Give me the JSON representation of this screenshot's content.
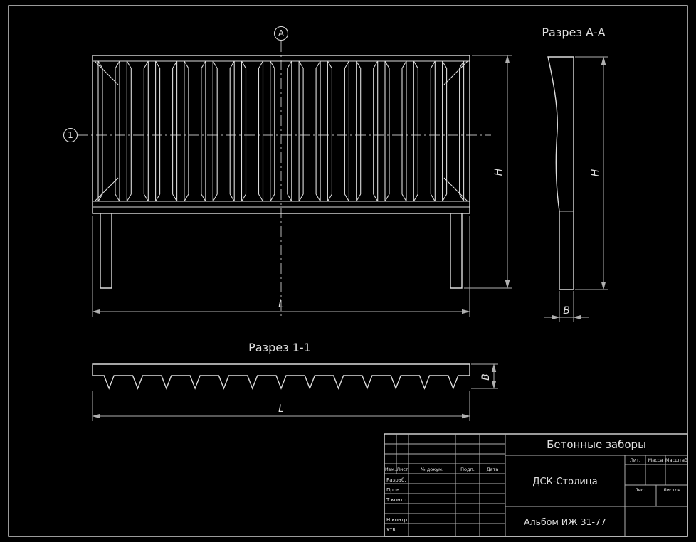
{
  "colors": {
    "background": "#000000",
    "line": "#dcdcdc",
    "thin_line": "#b0b0b0",
    "text": "#e0e0e0"
  },
  "markers": {
    "section_a": "А",
    "section_1": "1"
  },
  "front_view": {
    "dim_height": "H",
    "dim_length": "L"
  },
  "section_aa": {
    "title": "Разрез А-А",
    "dim_height": "H",
    "dim_width": "B"
  },
  "section_11": {
    "title": "Разрез 1-1",
    "dim_width": "B",
    "dim_length": "L"
  },
  "title_block": {
    "product": "Бетонные заборы",
    "organization": "ДСК-Столица",
    "album": "Альбом ИЖ 31-77",
    "columns": [
      "Изм.",
      "Лист",
      "№ докум.",
      "Подп.",
      "Дата"
    ],
    "roles": [
      "Разраб.",
      "Пров.",
      "Т.контр.",
      "Н.контр.",
      "Утв."
    ],
    "props": [
      "Лит.",
      "Масса",
      "Масштаб"
    ],
    "sheet_label": "Лист",
    "sheets_label": "Листов"
  }
}
